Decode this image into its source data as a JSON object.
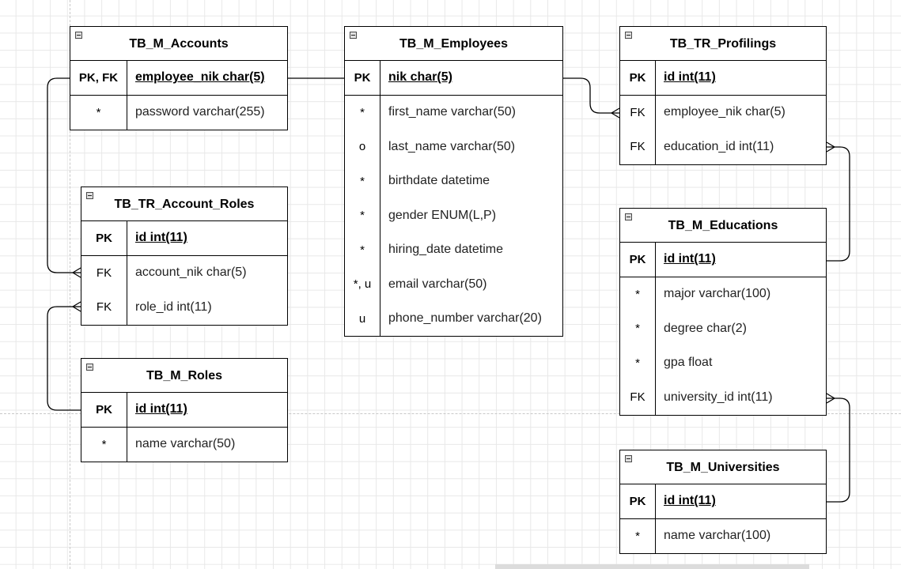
{
  "diagram": {
    "colors": {
      "border": "#000000",
      "grid": "#e8e8e8",
      "background": "#ffffff"
    },
    "entities": [
      {
        "id": "accounts",
        "title": "TB_M_Accounts",
        "rows": [
          {
            "key": "PK, FK",
            "field": "employee_nik char(5)",
            "primary": true
          },
          {
            "key": "*",
            "field": "password varchar(255)",
            "primary": false
          }
        ]
      },
      {
        "id": "account_roles",
        "title": "TB_TR_Account_Roles",
        "rows": [
          {
            "key": "PK",
            "field": "id int(11)",
            "primary": true
          },
          {
            "key": "FK",
            "field": "account_nik char(5)",
            "primary": false
          },
          {
            "key": "FK",
            "field": "role_id int(11)",
            "primary": false
          }
        ]
      },
      {
        "id": "roles",
        "title": "TB_M_Roles",
        "rows": [
          {
            "key": "PK",
            "field": "id int(11)",
            "primary": true
          },
          {
            "key": "*",
            "field": "name varchar(50)",
            "primary": false
          }
        ]
      },
      {
        "id": "employees",
        "title": "TB_M_Employees",
        "rows": [
          {
            "key": "PK",
            "field": "nik char(5)",
            "primary": true
          },
          {
            "key": "*",
            "field": "first_name varchar(50)",
            "primary": false
          },
          {
            "key": "o",
            "field": "last_name varchar(50)",
            "primary": false
          },
          {
            "key": "*",
            "field": "birthdate datetime",
            "primary": false
          },
          {
            "key": "*",
            "field": "gender ENUM(L,P)",
            "primary": false
          },
          {
            "key": "*",
            "field": "hiring_date datetime",
            "primary": false
          },
          {
            "key": "*, u",
            "field": "email varchar(50)",
            "primary": false
          },
          {
            "key": "u",
            "field": "phone_number varchar(20)",
            "primary": false
          }
        ]
      },
      {
        "id": "profilings",
        "title": "TB_TR_Profilings",
        "rows": [
          {
            "key": "PK",
            "field": "id int(11)",
            "primary": true
          },
          {
            "key": "FK",
            "field": "employee_nik char(5)",
            "primary": false
          },
          {
            "key": "FK",
            "field": "education_id int(11)",
            "primary": false
          }
        ]
      },
      {
        "id": "educations",
        "title": "TB_M_Educations",
        "rows": [
          {
            "key": "PK",
            "field": "id int(11)",
            "primary": true
          },
          {
            "key": "*",
            "field": "major varchar(100)",
            "primary": false
          },
          {
            "key": "*",
            "field": "degree char(2)",
            "primary": false
          },
          {
            "key": "*",
            "field": "gpa float",
            "primary": false
          },
          {
            "key": "FK",
            "field": "university_id int(11)",
            "primary": false
          }
        ]
      },
      {
        "id": "universities",
        "title": "TB_M_Universities",
        "rows": [
          {
            "key": "PK",
            "field": "id int(11)",
            "primary": true
          },
          {
            "key": "*",
            "field": "name varchar(100)",
            "primary": false
          }
        ]
      }
    ]
  }
}
